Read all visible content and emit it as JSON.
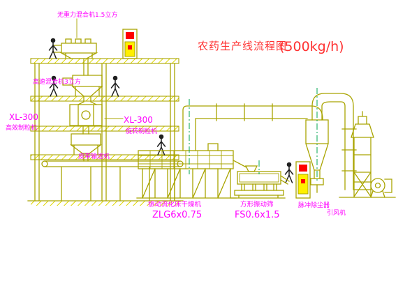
{
  "title": {
    "main": "农药生产线流程图",
    "capacity": "(500kg/h)"
  },
  "labels": {
    "top_mixer": "无重力混合机1.5立方",
    "high_speed_mixer": "高速混合机3立方",
    "left_granulator_model": "XL-300",
    "left_granulator_name": "高效制粒机",
    "center_granulator_model": "XL-300",
    "center_granulator_name": "旋转制粒机",
    "belt_conveyor": "皮带输送机",
    "fluid_bed_dryer": "振动流化床干燥机",
    "fluid_bed_dryer_model": "ZLG6x0.75",
    "vibrating_sieve": "方形振动筛",
    "vibrating_sieve_model": "FS0.6x1.5",
    "dust_collector": "脉冲除尘器",
    "induced_draft_fan": "引风机"
  },
  "figures": {
    "person_count": 5
  },
  "colors": {
    "drawing_line": "#a9a400",
    "highlight_yellow": "#ffef00",
    "label_magenta": "#ff00ff",
    "title_red": "#ff3131",
    "accent_green": "#00a550",
    "figure_black": "#1f1f1f",
    "panel_red": "#ff0000"
  }
}
